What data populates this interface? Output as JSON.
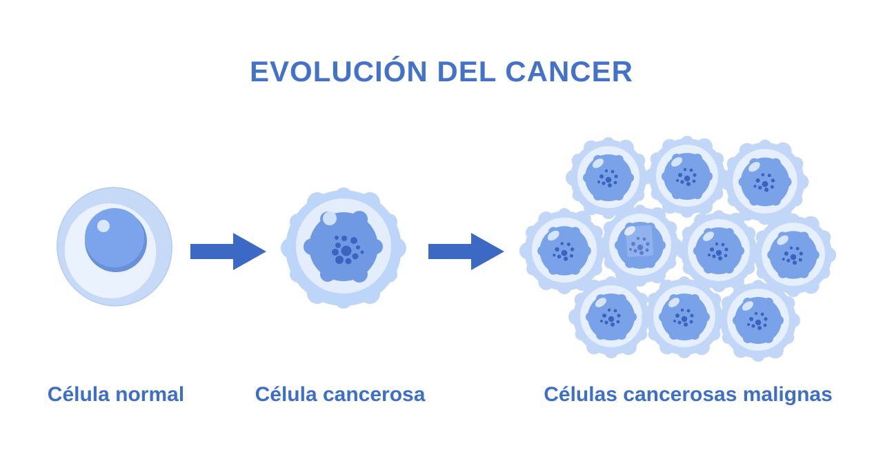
{
  "title": "EVOLUCIÓN DEL CANCER",
  "stages": [
    {
      "id": "normal",
      "label": "Célula normal",
      "cell_count": 1
    },
    {
      "id": "cancerosa",
      "label": "Célula cancerosa",
      "cell_count": 1
    },
    {
      "id": "malignas",
      "label": "Células cancerosas malignas",
      "cell_count": 10
    }
  ],
  "arrows": {
    "count": 2,
    "direction": "right"
  },
  "colors": {
    "text_blue": "#3e6fc6",
    "title_blue": "#4372c8",
    "arrow_blue": "#3b69c4",
    "cell_membrane": "#c2d7f8",
    "cell_inner_ring": "#e7effd",
    "nucleus": "#7ba4ec",
    "nucleus_cancer": "#6f99e3",
    "nucleus_shadow": "#6a90da",
    "nucleolus_dots": "#3a64be",
    "highlight": "#d6e4fa"
  }
}
